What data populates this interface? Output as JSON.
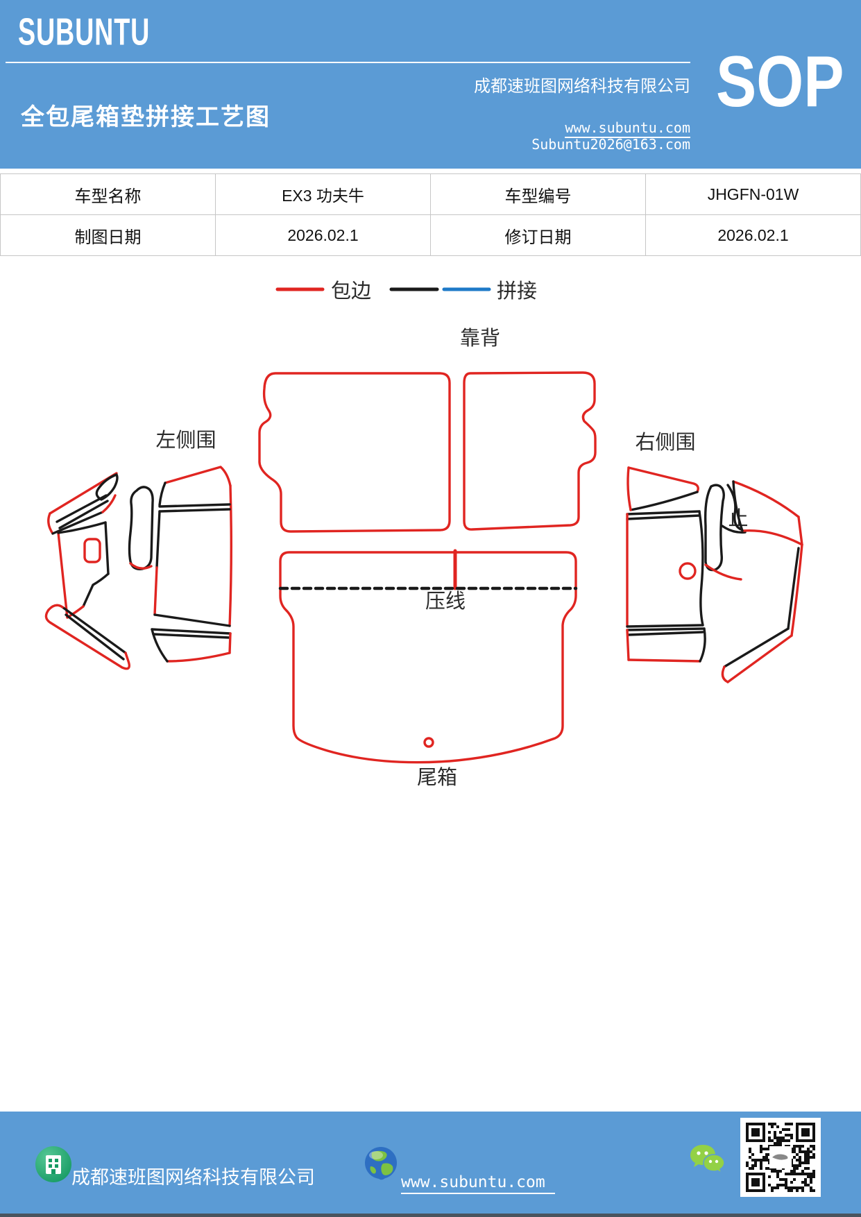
{
  "header": {
    "logo": "SUBUNTU",
    "company": "成都速班图网络科技有限公司",
    "title": "全包尾箱垫拼接工艺图",
    "website": "www.subuntu.com",
    "email": "Subuntu2026@163.com",
    "sop": "SOP",
    "bg_color": "#5b9bd5"
  },
  "info_table": {
    "rows": [
      {
        "label1": "车型名称",
        "value1": "EX3  功夫牛",
        "label2": "车型编号",
        "value2": "JHGFN-01W"
      },
      {
        "label1": "制图日期",
        "value1": "2026.02.1",
        "label2": "修订日期",
        "value2": "2026.02.1"
      }
    ]
  },
  "legend": {
    "edge_wrap_label": "包边",
    "splice_label": "拼接",
    "red": "#e02521",
    "black": "#1a1a1a",
    "blue": "#1e7ac8"
  },
  "diagram": {
    "labels": {
      "backrest": "靠背",
      "left_side": "左侧围",
      "right_side": "右侧围",
      "press_line": "压线",
      "trunk": "尾箱",
      "stop": "止"
    },
    "line_meaning": {
      "red": "包边",
      "black_blue": "拼接"
    }
  },
  "footer": {
    "company": "成都速班图网络科技有限公司",
    "website": "www.subuntu.com"
  }
}
